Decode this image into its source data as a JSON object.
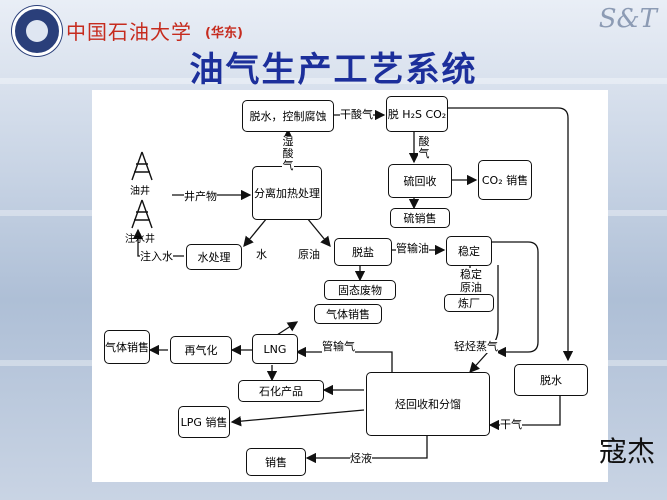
{
  "header": {
    "school_name": "中国石油大学",
    "branch": "(华东)",
    "corner_mark": "S&T",
    "title": "油气生产工艺系统",
    "signature": "寇杰"
  },
  "diagram": {
    "wells": {
      "oil_well": "油井",
      "injection_well": "注水井"
    },
    "boxes": {
      "dehydration_corrosion": "脱水，控制腐蚀",
      "separation": "分离加热处理",
      "desulfurization": "脱 H₂S CO₂",
      "sulfur_recovery": "硫回收",
      "co2_sales": "CO₂ 销售",
      "sulfur_sales": "硫销售",
      "water_treatment": "水处理",
      "desalting": "脱盐",
      "stabilization": "稳定",
      "solid_waste": "固态废物",
      "stable_crude": "稳定原油",
      "refinery": "炼厂",
      "gas_sales_top": "气体销售",
      "lng": "LNG",
      "regasification": "再气化",
      "gas_sales_left": "气体销售",
      "petrochemical": "石化产品",
      "hydrocarbon_recovery": "烃回收和分馏",
      "dehydration_right": "脱水",
      "lpg_sales": "LPG 销售",
      "sales_bottom": "销售"
    },
    "edge_labels": {
      "dry_acid_gas": "干酸气",
      "wet_acid_gas": "湿酸气",
      "acid_gas": "酸气",
      "well_production": "井产物",
      "water": "水",
      "water_injection": "注入水",
      "crude_oil": "原油",
      "pipeline_oil": "管输油",
      "pipeline_gas": "管输气",
      "light_hc_vapor": "轻烃蒸气",
      "dry_gas": "干气",
      "hc_liquid": "烃液"
    }
  }
}
